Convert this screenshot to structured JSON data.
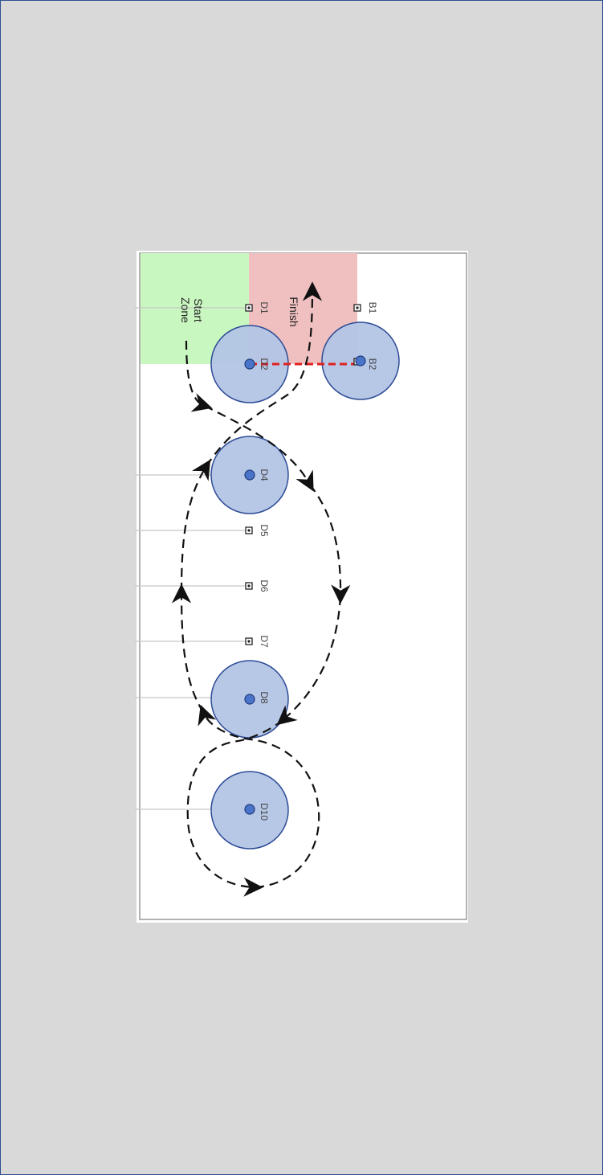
{
  "zones": {
    "start": {
      "line1": "Start",
      "line2": "Zone",
      "color": "#c9f7c0"
    },
    "finish": {
      "label": "Finish",
      "color": "#f0c0c0"
    }
  },
  "markers": {
    "D1": "D1",
    "D2": "D2",
    "D4": "D4",
    "D5": "D5",
    "D6": "D6",
    "D7": "D7",
    "D8": "D8",
    "D10": "D10",
    "B1": "B1",
    "B2": "B2"
  },
  "colors": {
    "pylon_fill": "#b3c5e6",
    "pylon_stroke": "#2e4c96",
    "pylon_center": "#4a74c9",
    "finish_line": "#e02020",
    "path": "#111111",
    "frame": "#2f4f8f"
  }
}
